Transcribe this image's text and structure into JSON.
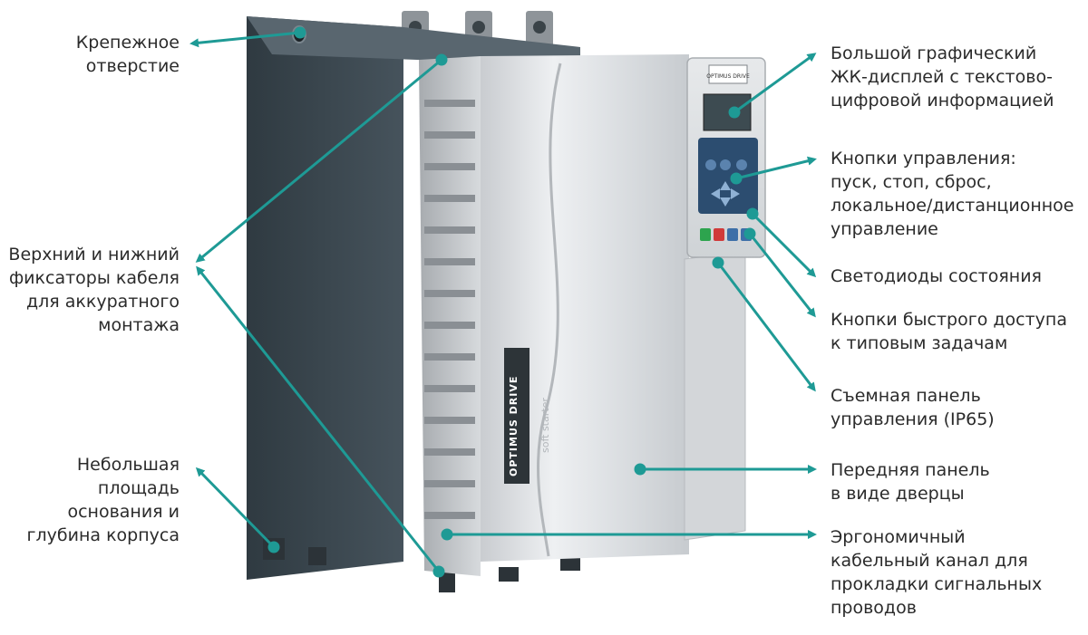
{
  "colors": {
    "accent": "#1e9a95",
    "text": "#2b2b2b",
    "housing_dark": "#3f4c55",
    "panel_silver": "#d9dcdf"
  },
  "product": {
    "brand": "OPTIMUS DRIVE",
    "subtitle": "soft starter",
    "panel_logo": "OPTIMUS DRIVE"
  },
  "callouts_left": [
    {
      "id": "mounting-hole",
      "text": "Крепежное\nотверстие"
    },
    {
      "id": "cable-clamps",
      "text": "Верхний и нижний\nфиксаторы кабеля\nдля аккуратного\nмонтажа"
    },
    {
      "id": "small-footprint",
      "text": "Небольшая\nплощадь\nоснования и\nглубина корпуса"
    }
  ],
  "callouts_right": [
    {
      "id": "lcd-display",
      "text": "Большой графический\nЖК-дисплей с текстово-\nцифровой информацией"
    },
    {
      "id": "control-buttons",
      "text": "Кнопки управления:\nпуск, стоп, сброс,\nлокальное/дистанционное\nуправление"
    },
    {
      "id": "status-leds",
      "text": "Светодиоды состояния"
    },
    {
      "id": "quick-access",
      "text": "Кнопки быстрого доступа\nк типовым задачам"
    },
    {
      "id": "removable-panel",
      "text": "Съемная панель\nуправления (IP65)"
    },
    {
      "id": "front-door",
      "text": "Передняя панель\nв виде дверцы"
    },
    {
      "id": "cable-channel",
      "text": "Эргономичный\nкабельный канал для\nпрокладки сигнальных\nпроводов"
    }
  ]
}
